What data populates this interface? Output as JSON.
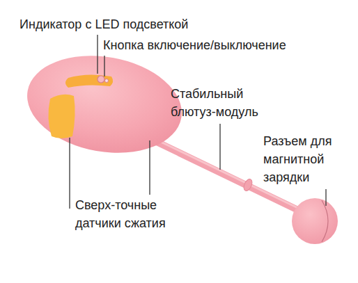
{
  "diagram": {
    "labels": [
      "Индикатор с LED подсветкой",
      "Кнопка включение/выключение",
      "Стабильный блютуз-модуль",
      "Разъем для магнитной зарядки",
      "Сверх-точные датчики сжатия"
    ]
  }
}
